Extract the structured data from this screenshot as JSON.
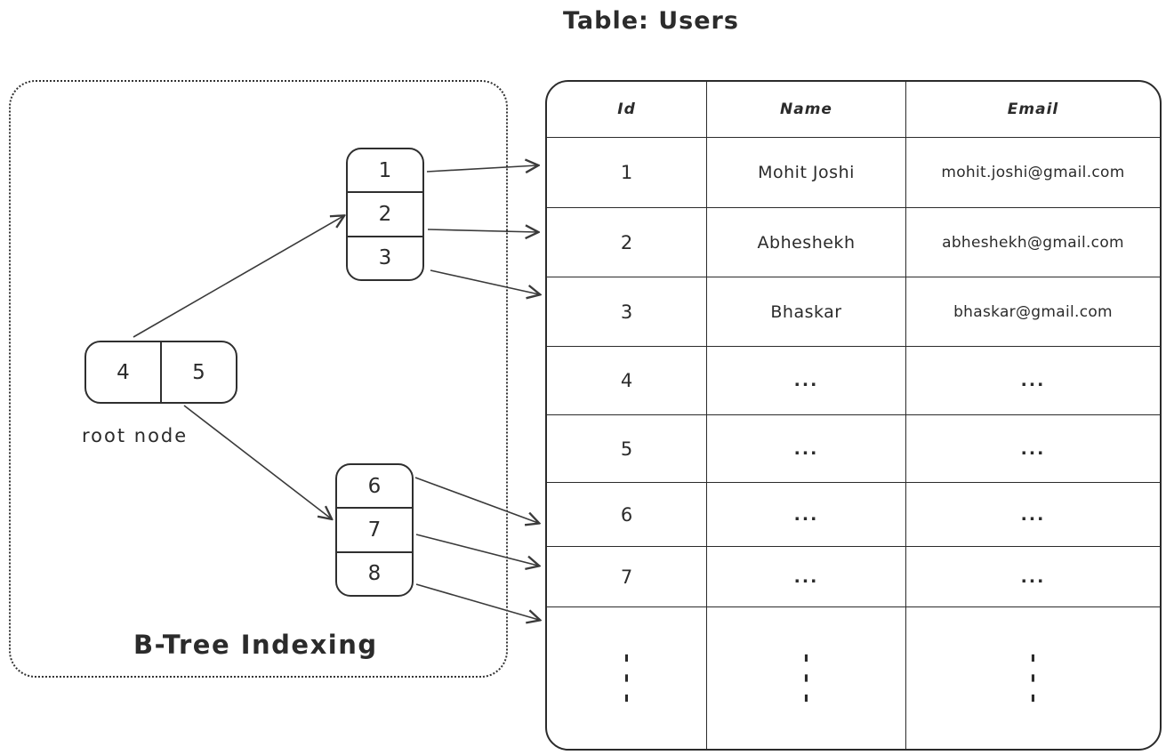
{
  "title": "Table: Users",
  "colors": {
    "ink": "#2b2b2b",
    "background": "#ffffff"
  },
  "btree": {
    "caption": "B-Tree Indexing",
    "root": {
      "keys": [
        "4",
        "5"
      ],
      "label": "root node"
    },
    "leaves": [
      {
        "keys": [
          "1",
          "2",
          "3"
        ]
      },
      {
        "keys": [
          "6",
          "7",
          "8"
        ]
      }
    ]
  },
  "table": {
    "headers": [
      "Id",
      "Name",
      "Email"
    ],
    "rows": [
      {
        "id": "1",
        "name": "Mohit Joshi",
        "email": "mohit.joshi@gmail.com"
      },
      {
        "id": "2",
        "name": "Abheshekh",
        "email": "abheshekh@gmail.com"
      },
      {
        "id": "3",
        "name": "Bhaskar",
        "email": "bhaskar@gmail.com"
      },
      {
        "id": "4",
        "name": "...",
        "email": "..."
      },
      {
        "id": "5",
        "name": "...",
        "email": "..."
      },
      {
        "id": "6",
        "name": "...",
        "email": "..."
      },
      {
        "id": "7",
        "name": "...",
        "email": "..."
      },
      {
        "id": "⋮",
        "name": "⋮",
        "email": "⋮"
      }
    ]
  }
}
